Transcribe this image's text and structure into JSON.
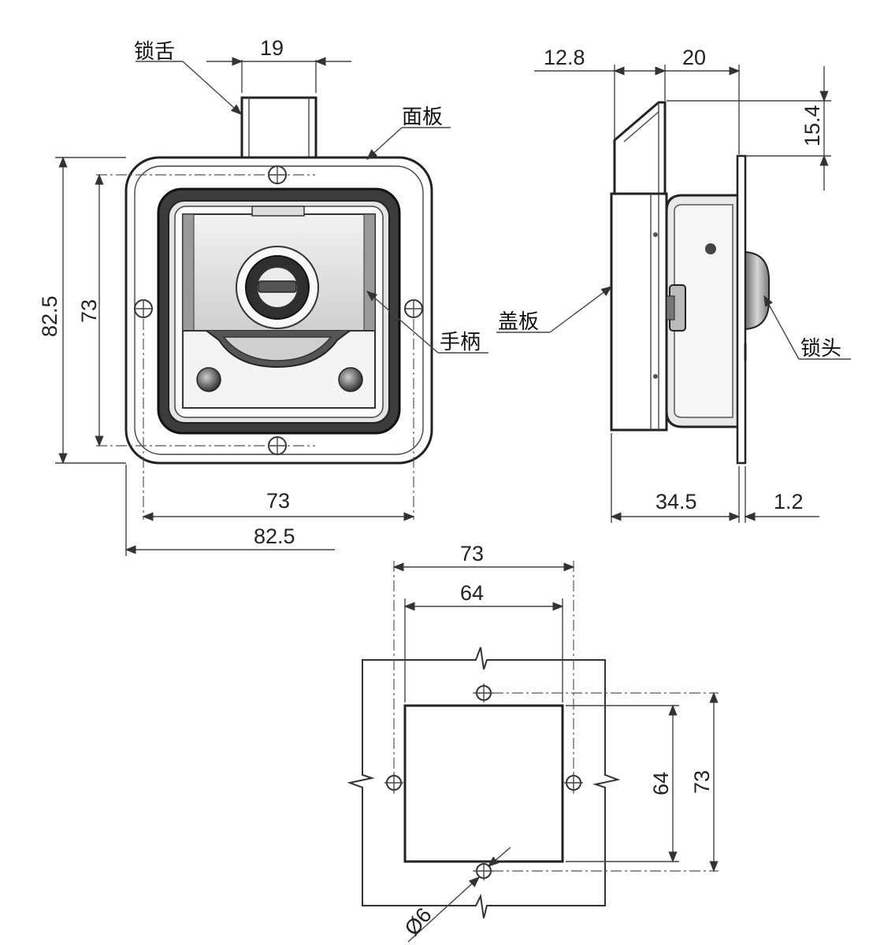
{
  "labels": {
    "lock_tongue": "锁舌",
    "panel": "面板",
    "handle": "手柄",
    "cover_plate": "盖板",
    "lock_cylinder": "锁头"
  },
  "dimensions": {
    "tongue_width": "19",
    "outer_height": "82.5",
    "hole_spacing_vertical": "73",
    "hole_spacing_horizontal": "73",
    "outer_width": "82.5",
    "side_top_offset": "12.8",
    "side_top_depth": "20",
    "tongue_height": "15.4",
    "body_depth": "34.5",
    "panel_thickness": "1.2",
    "cutout_hole_spacing_h": "73",
    "cutout_width": "64",
    "cutout_height": "64",
    "cutout_hole_spacing_v": "73",
    "hole_diameter": "Ø6"
  },
  "colors": {
    "line": "#333333",
    "shade": "#cfcfcf",
    "dark": "#444444"
  }
}
